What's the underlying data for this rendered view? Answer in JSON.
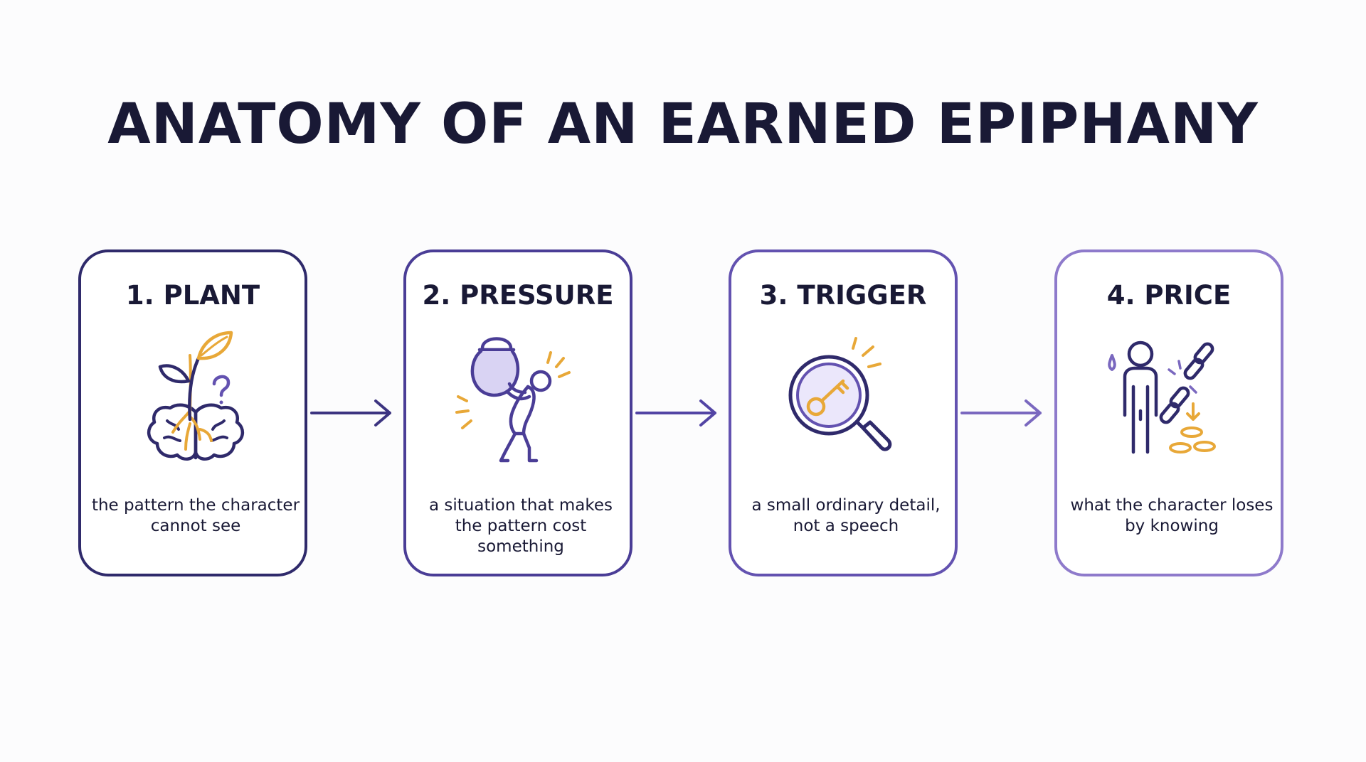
{
  "title": "ANATOMY OF AN EARNED EPIPHANY",
  "colors": {
    "ink": "#191935",
    "accent_gold": "#e8a838",
    "card1_border": "#2f2a6b",
    "card2_border": "#4a3d96",
    "card3_border": "#6352b0",
    "card4_border": "#8e7acb"
  },
  "steps": [
    {
      "label": "1. PLANT",
      "description": "the pattern the character cannot see",
      "icon": "brain-with-sprouting-plant-icon"
    },
    {
      "label": "2. PRESSURE",
      "description": "a situation that makes the pattern cost something",
      "icon": "person-carrying-heavy-weight-icon"
    },
    {
      "label": "3. TRIGGER",
      "description": "a small ordinary detail, not a speech",
      "icon": "magnifying-glass-with-key-icon"
    },
    {
      "label": "4. PRICE",
      "description": "what the character loses by knowing",
      "icon": "person-with-broken-chain-and-coins-icon"
    }
  ]
}
